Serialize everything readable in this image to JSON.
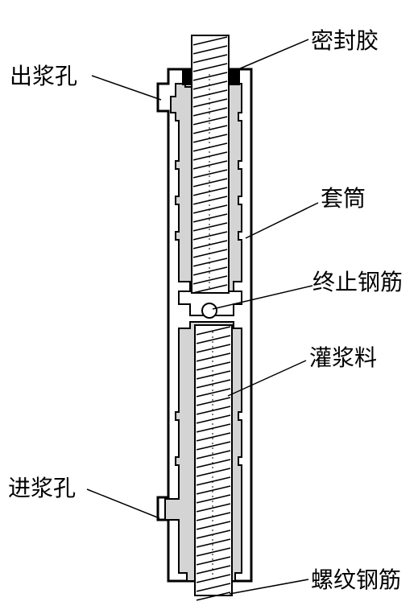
{
  "labels": {
    "sealant": "密封胶",
    "grout_outlet": "出浆孔",
    "sleeve": "套筒",
    "stop_rebar": "终止钢筋",
    "grout_material": "灌浆料",
    "grout_inlet": "进浆孔",
    "threaded_rebar": "螺纹钢筋"
  },
  "colors": {
    "line": "#000000",
    "grout_fill": "#d4d4d4",
    "sleeve_wall": "#ffffff",
    "sealant": "#000000"
  }
}
